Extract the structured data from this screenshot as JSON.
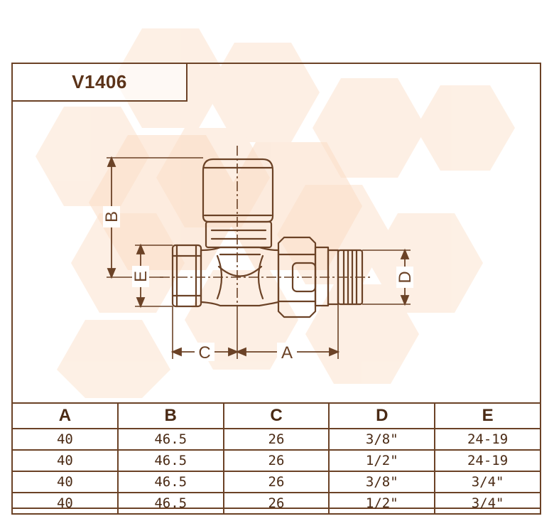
{
  "colors": {
    "line": "#6b4226",
    "text": "#5b3319",
    "watermark": "#fbe3d0"
  },
  "model": "V1406",
  "dimension_labels": {
    "a": "A",
    "b": "B",
    "c": "C",
    "d": "D",
    "e": "E"
  },
  "table": {
    "headers": [
      "A",
      "B",
      "C",
      "D",
      "E"
    ],
    "rows": [
      [
        "40",
        "46.5",
        "26",
        "3/8\"",
        "24-19"
      ],
      [
        "40",
        "46.5",
        "26",
        "1/2\"",
        "24-19"
      ],
      [
        "40",
        "46.5",
        "26",
        "3/8\"",
        "3/4\""
      ],
      [
        "40",
        "46.5",
        "26",
        "1/2\"",
        "3/4\""
      ]
    ]
  }
}
